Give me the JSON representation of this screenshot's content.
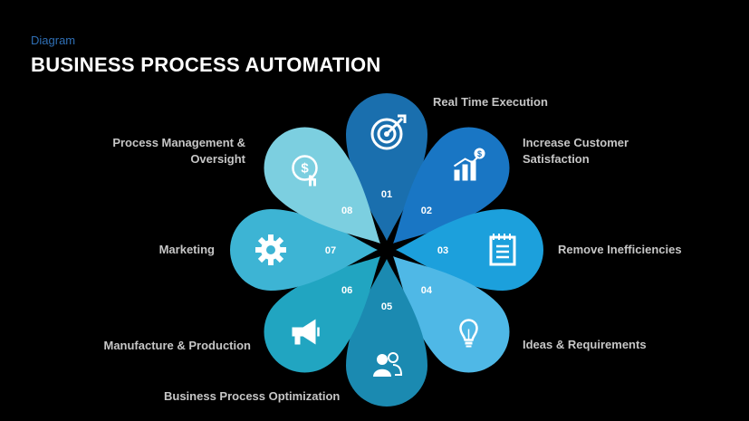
{
  "header": {
    "subtitle": "Diagram",
    "title": "BUSINESS PROCESS AUTOMATION"
  },
  "petals": [
    {
      "num": "01",
      "label": "Real Time Execution",
      "icon": "target-icon",
      "color": "#1a6fae"
    },
    {
      "num": "02",
      "label": "Increase Customer\nSatisfaction",
      "icon": "bar-chart-growth-icon",
      "color": "#1976c4"
    },
    {
      "num": "03",
      "label": "Remove Inefficiencies",
      "icon": "notepad-icon",
      "color": "#1ca0dc"
    },
    {
      "num": "04",
      "label": "Ideas & Requirements",
      "icon": "lightbulb-icon",
      "color": "#4fb8e6"
    },
    {
      "num": "05",
      "label": "Business Process Optimization",
      "icon": "users-icon",
      "color": "#1b8ab1"
    },
    {
      "num": "06",
      "label": "Manufacture & Production",
      "icon": "megaphone-icon",
      "color": "#21a5c1"
    },
    {
      "num": "07",
      "label": "Marketing",
      "icon": "gear-icon",
      "color": "#3db4d4"
    },
    {
      "num": "08",
      "label": "Process Management &\nOversight",
      "icon": "dollar-touch-icon",
      "color": "#7ccfe0"
    }
  ]
}
